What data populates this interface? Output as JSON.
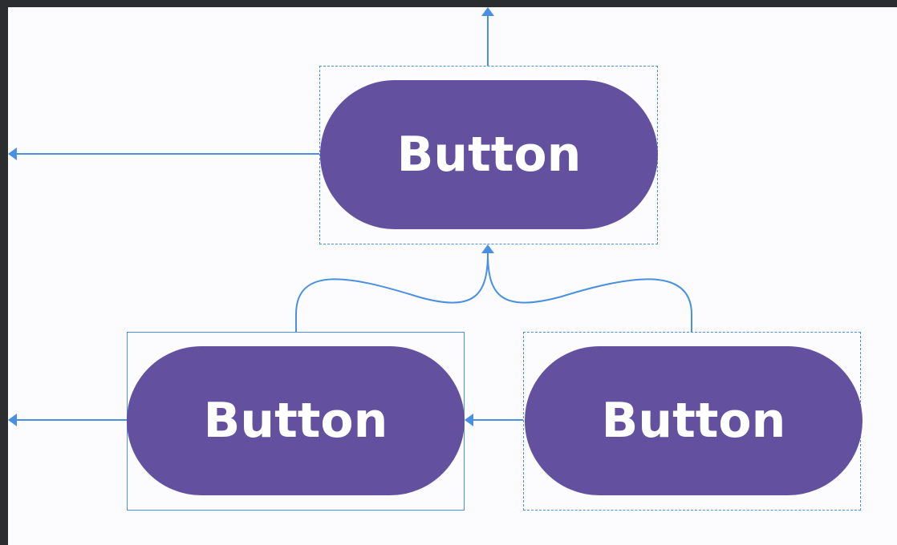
{
  "buttons": {
    "top": {
      "label": "Button"
    },
    "bottom_left": {
      "label": "Button"
    },
    "bottom_right": {
      "label": "Button"
    }
  },
  "colors": {
    "button_fill": "#6351a0",
    "constraint_blue": "#4a90e2",
    "canvas_background": "#fcfbfe",
    "editor_frame": "#2b2d30"
  }
}
